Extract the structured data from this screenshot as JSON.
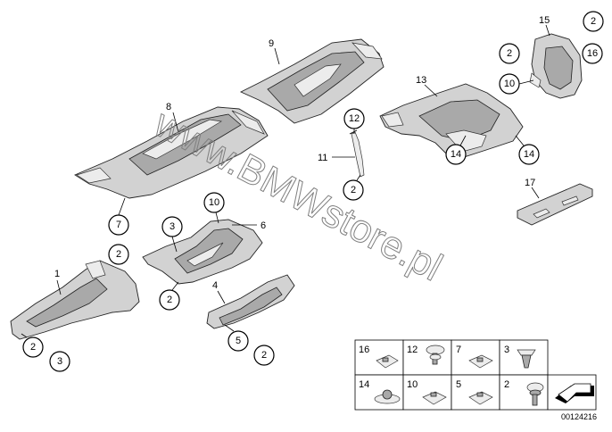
{
  "watermark": "www.BMWstore.pl",
  "part_labels": {
    "p1": "1",
    "p4": "4",
    "p6": "6",
    "p8": "8",
    "p9": "9",
    "p11": "11",
    "p13": "13",
    "p15": "15",
    "p17": "17"
  },
  "callouts": {
    "c2_right_top": "2",
    "c16_right_top": "16",
    "c2_upper": "2",
    "c10_upper": "10",
    "c12": "12",
    "c2_bracket": "2",
    "c14_left": "14",
    "c14_right": "14",
    "c7": "7",
    "c2_left": "2",
    "c3_mid": "3",
    "c10_mid": "10",
    "c2_mid": "2",
    "c2_bottom_left": "2",
    "c3_bottom_left": "3",
    "c5": "5",
    "c2_bottom_mid": "2"
  },
  "legend": {
    "row1": [
      "16",
      "12",
      "7",
      "3"
    ],
    "row2": [
      "14",
      "10",
      "5",
      "2"
    ]
  },
  "diagram_code": "00124216"
}
